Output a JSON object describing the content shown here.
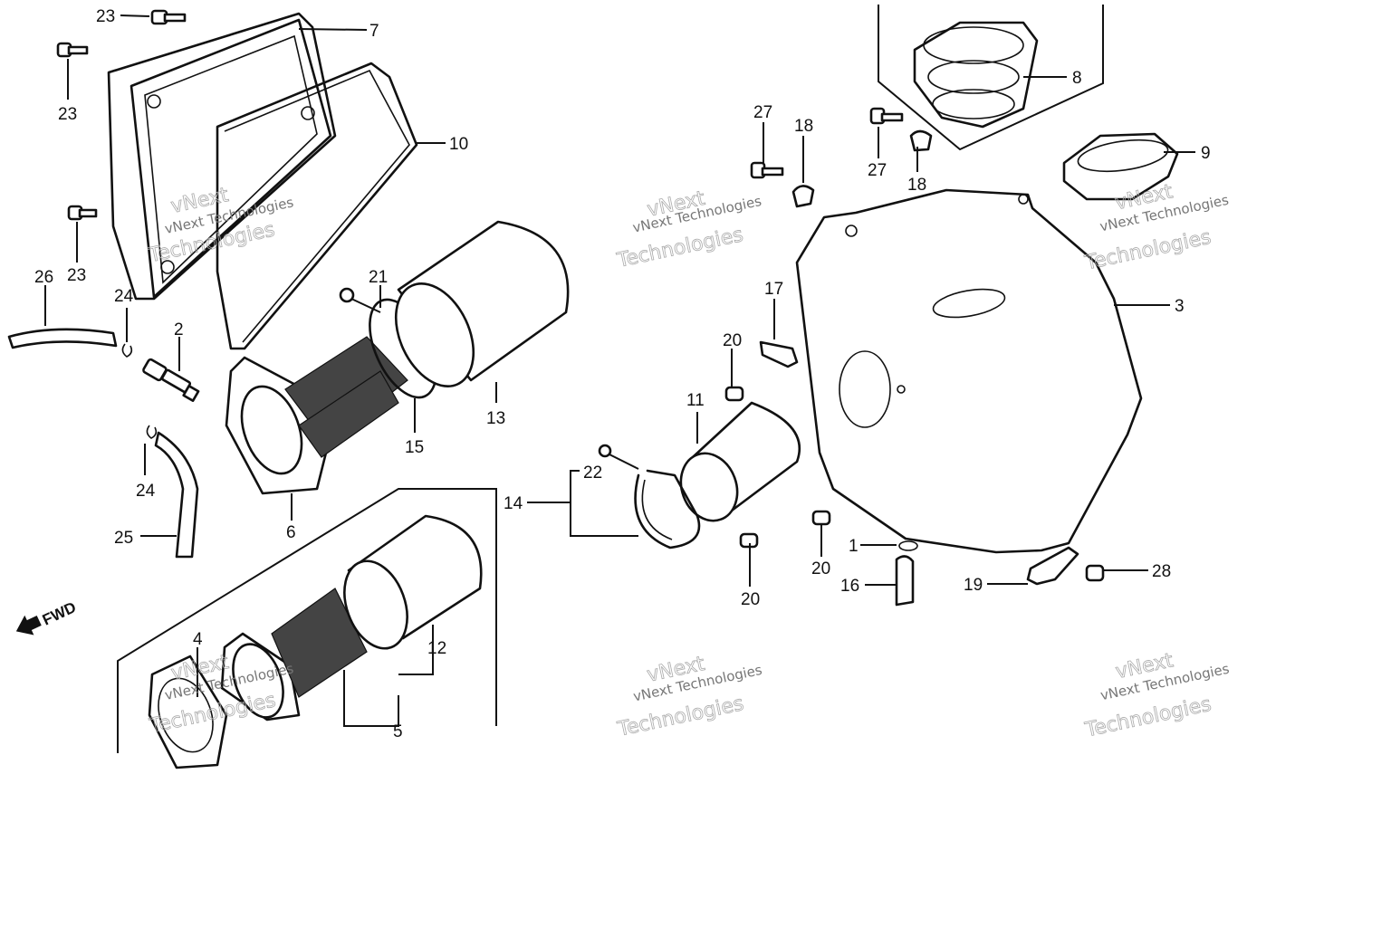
{
  "callouts": [
    "1",
    "2",
    "3",
    "4",
    "5",
    "6",
    "7",
    "8",
    "9",
    "10",
    "11",
    "12",
    "13",
    "14",
    "15",
    "16",
    "17",
    "18",
    "19",
    "20",
    "21",
    "22",
    "23",
    "24",
    "25",
    "26",
    "27",
    "28"
  ],
  "labels": {
    "c23a": "23",
    "c23b": "23",
    "c23c": "23",
    "c7": "7",
    "c10": "10",
    "c26": "26",
    "c24a": "24",
    "c24b": "24",
    "c2": "2",
    "c21": "21",
    "c13": "13",
    "c15": "15",
    "c6": "6",
    "c25": "25",
    "c4": "4",
    "c12": "12",
    "c5": "5",
    "c14": "14",
    "c22": "22",
    "c11": "11",
    "c20a": "20",
    "c20b": "20",
    "c20c": "20",
    "c17": "17",
    "c27a": "27",
    "c27b": "27",
    "c18a": "18",
    "c18b": "18",
    "c8": "8",
    "c9": "9",
    "c3": "3",
    "c1": "1",
    "c16": "16",
    "c19": "19",
    "c28": "28"
  },
  "fwd_label": "FWD",
  "watermark": {
    "line1": "vNext Technologies",
    "line2a": "vNext",
    "line2b": "Technologies"
  },
  "icons": [
    "fwd-arrow-icon"
  ]
}
